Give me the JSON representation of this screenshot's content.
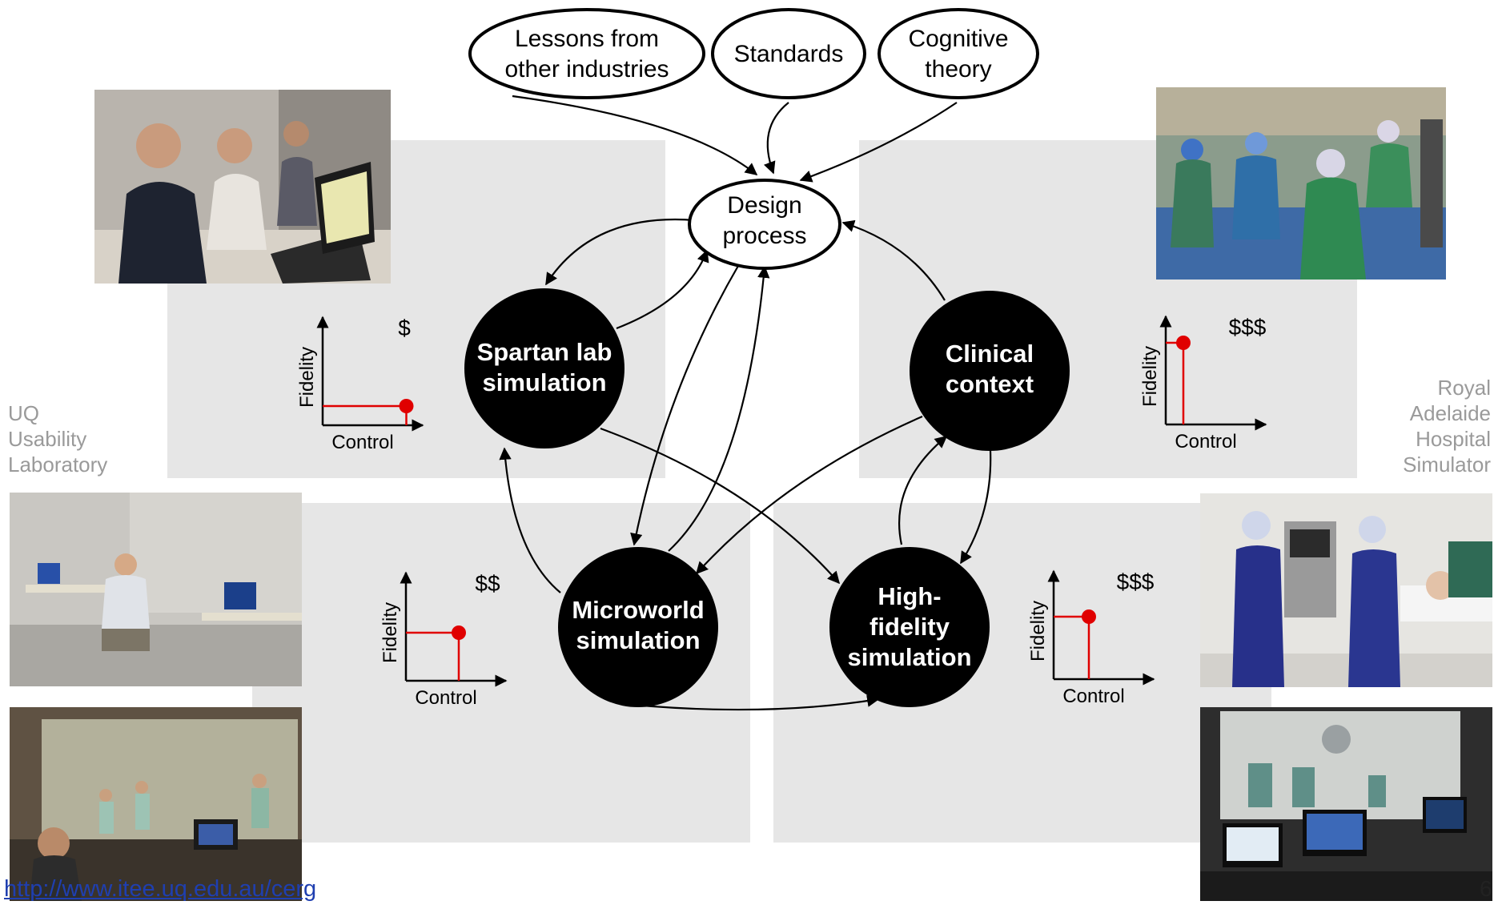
{
  "influences": [
    {
      "id": "lessons",
      "lines": [
        "Lessons from",
        "other industries"
      ]
    },
    {
      "id": "standards",
      "lines": [
        "Standards"
      ]
    },
    {
      "id": "cognitive",
      "lines": [
        "Cognitive",
        "theory"
      ]
    }
  ],
  "design_process": {
    "lines": [
      "Design",
      "process"
    ]
  },
  "nodes": {
    "spartan": {
      "lines": [
        "Spartan lab",
        "simulation"
      ]
    },
    "clinical": {
      "lines": [
        "Clinical",
        "context"
      ]
    },
    "microworld": {
      "lines": [
        "Microworld",
        "simulation"
      ]
    },
    "highfidelity": {
      "lines": [
        "High-",
        "fidelity",
        "simulation"
      ]
    }
  },
  "mini_charts": [
    {
      "id": "spartan",
      "cost": "$",
      "ylabel": "Fidelity",
      "xlabel": "Control",
      "fidelity": 0.2,
      "control": 0.95
    },
    {
      "id": "clinical",
      "cost": "$$$",
      "ylabel": "Fidelity",
      "xlabel": "Control",
      "fidelity": 0.85,
      "control": 0.2
    },
    {
      "id": "microworld",
      "cost": "$$",
      "ylabel": "Fidelity",
      "xlabel": "Control",
      "fidelity": 0.5,
      "control": 0.6
    },
    {
      "id": "highfidelity",
      "cost": "$$$",
      "ylabel": "Fidelity",
      "xlabel": "Control",
      "fidelity": 0.65,
      "control": 0.4
    }
  ],
  "left_label": [
    "UQ",
    "Usability",
    "Laboratory"
  ],
  "right_label": [
    "Royal",
    "Adelaide",
    "Hospital",
    "Simulator"
  ],
  "footer": {
    "url": "http://www.itee.uq.edu.au/cerg",
    "page": "6"
  },
  "colors": {
    "node_fill": "#000000",
    "quadrant": "#e6e6e6",
    "marker": "#e00000",
    "label_gray": "#9a9a9a",
    "link": "#1f3fb0"
  }
}
